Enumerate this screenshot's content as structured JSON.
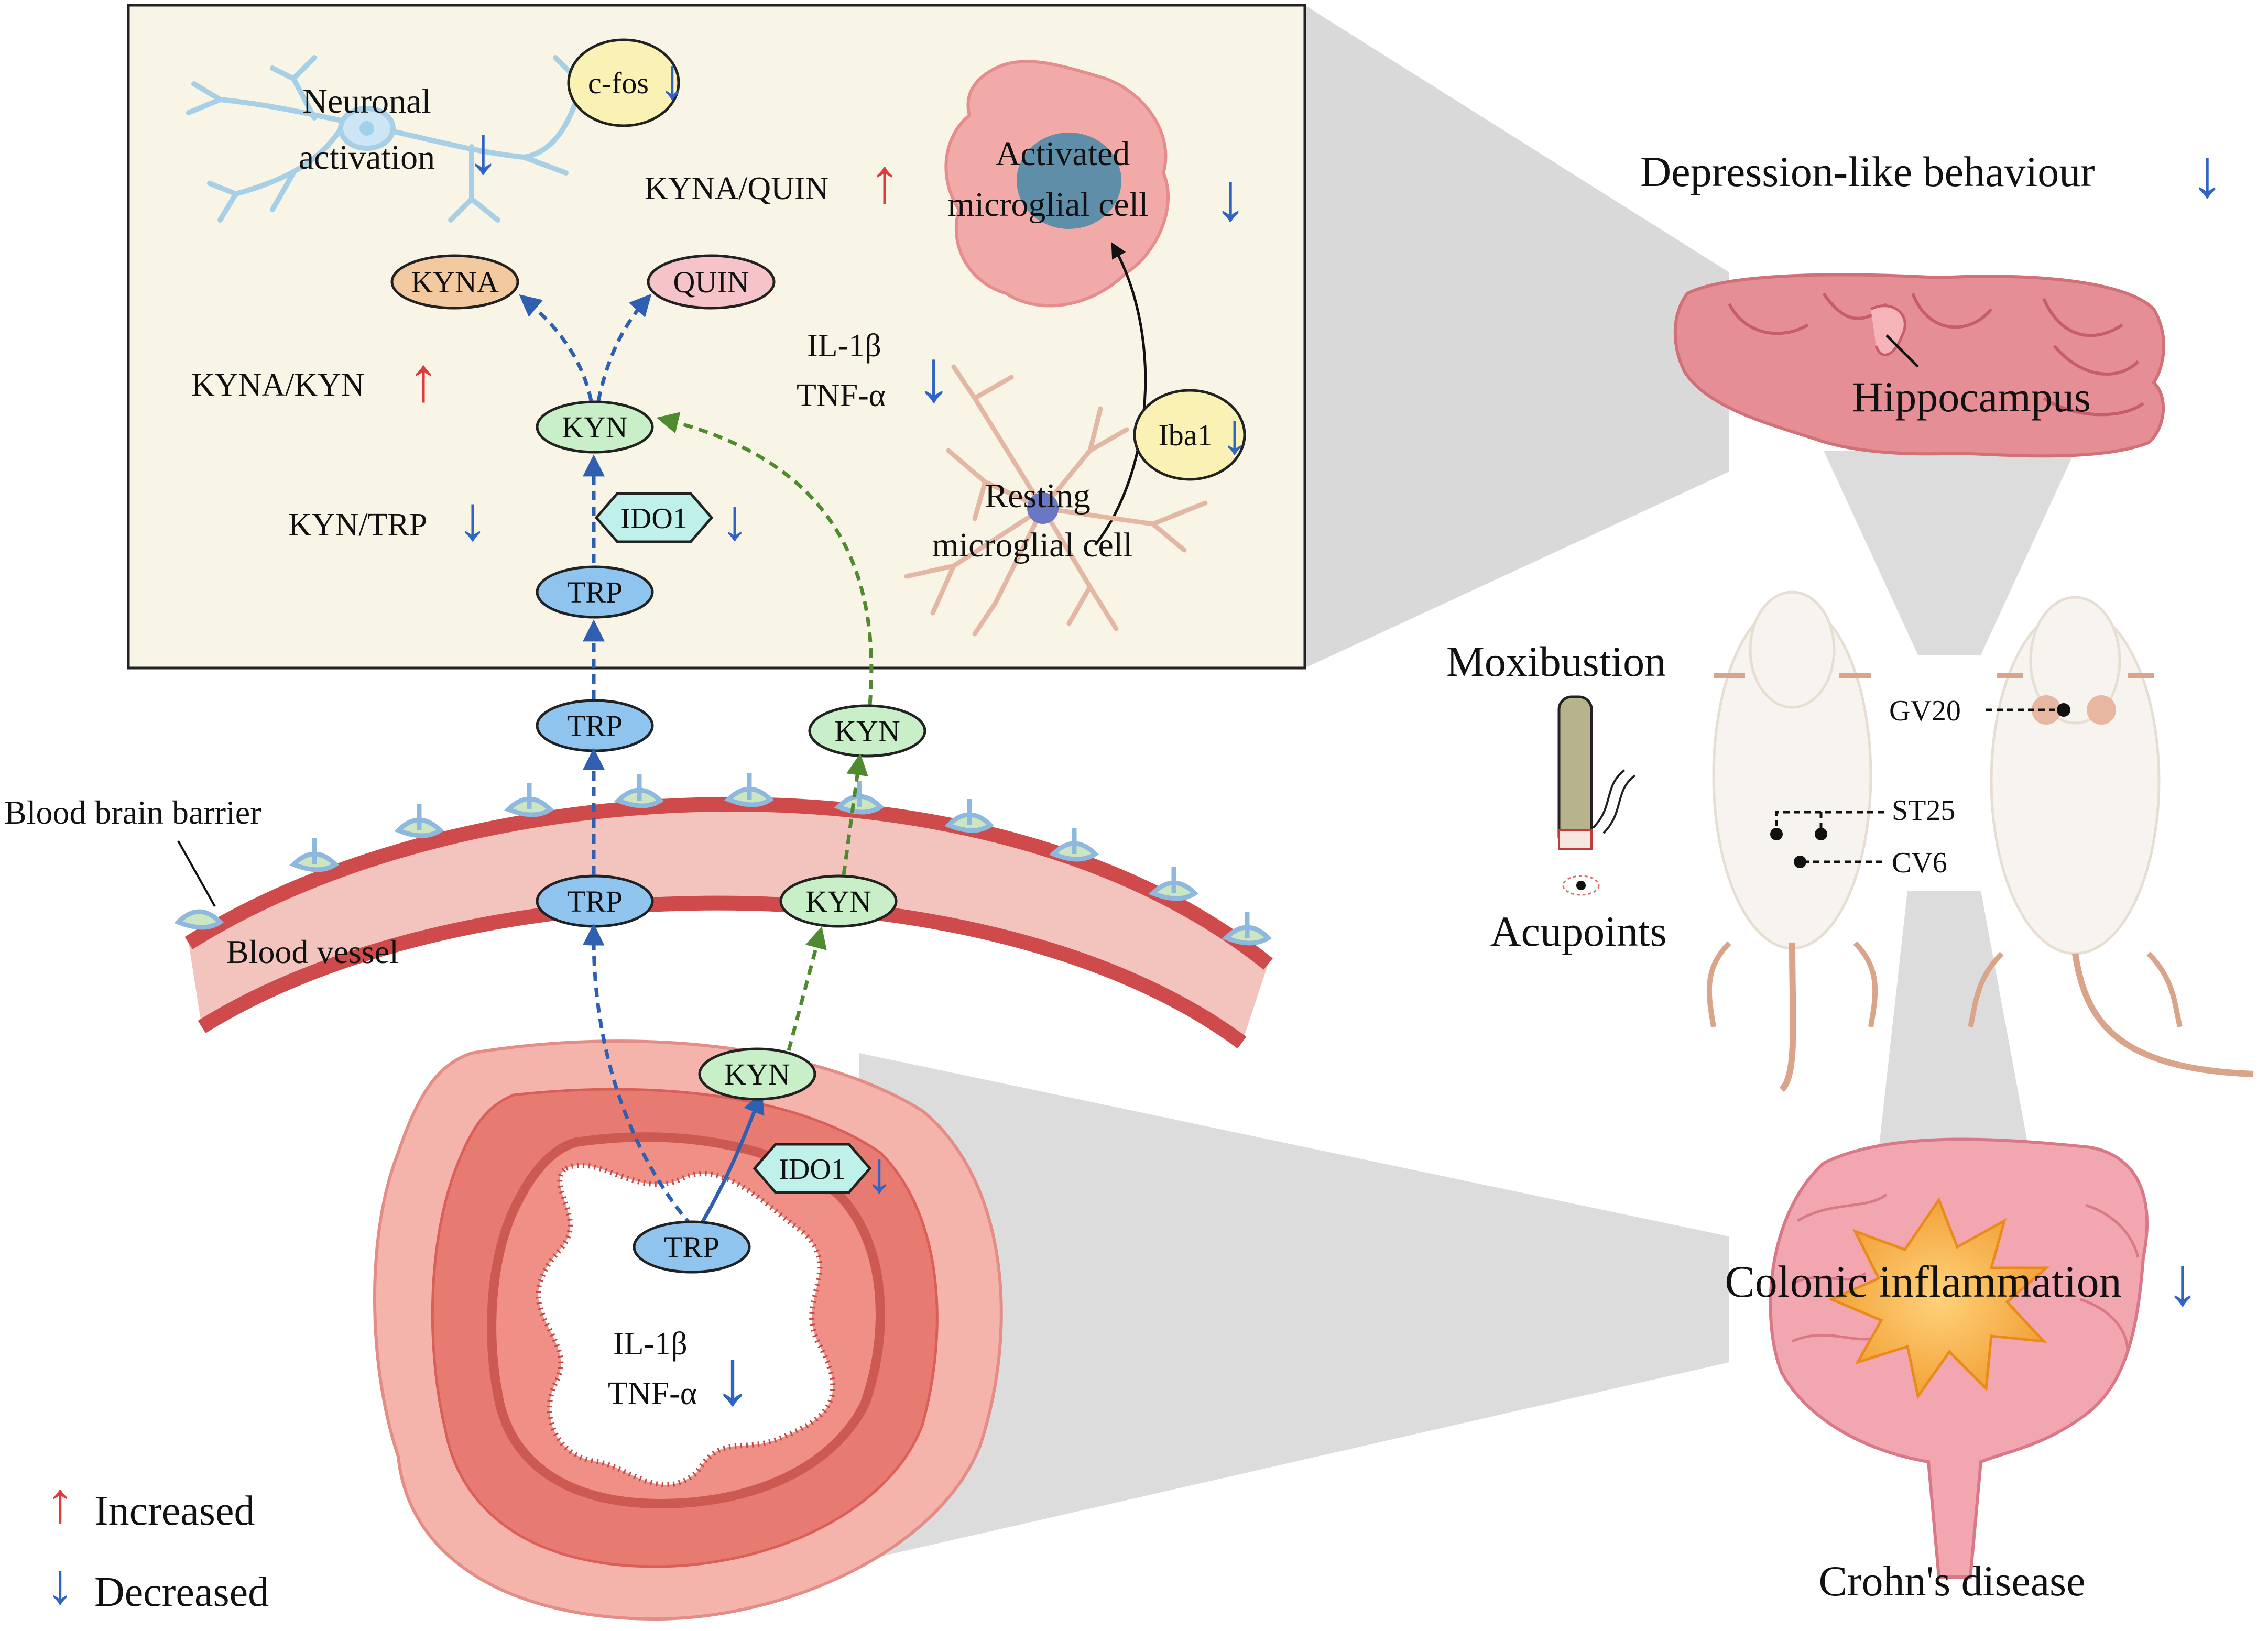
{
  "colors": {
    "increase_arrow": "#e03a3a",
    "decrease_arrow": "#2f63c4",
    "trp_fill": "#8fc4ef",
    "kyn_fill": "#c9efc9",
    "ido1_fill": "#bff0ea",
    "kyna_fill": "#f3c9a0",
    "quin_fill": "#f6c4c8",
    "cfos_fill": "#f9f2b4",
    "brain_box_bg": "#f8f5e6",
    "blue_dashed": "#2f5fb0",
    "green_dashed": "#4f8a2f",
    "vessel_red": "#cf4a4a",
    "vessel_pink": "#f2c4bd"
  },
  "brain_box": {
    "neuronal_activation_line1": "Neuronal",
    "neuronal_activation_line2": "activation",
    "cfos": "c-fos",
    "kyna_quin_ratio": "KYNA/QUIN",
    "activated_microglia_line1": "Activated",
    "activated_microglia_line2": "microglial cell",
    "kyna": "KYNA",
    "quin": "QUIN",
    "kyna_kyn_ratio": "KYNA/KYN",
    "il1b": "IL-1β",
    "tnfa": "TNF-α",
    "kyn": "KYN",
    "iba1": "Iba1",
    "kyn_trp_ratio": "KYN/TRP",
    "ido1": "IDO1",
    "trp": "TRP",
    "resting_microglia_line1": "Resting",
    "resting_microglia_line2": "microglial cell"
  },
  "barrier": {
    "trp_above": "TRP",
    "kyn_above": "KYN",
    "bbb_label": "Blood brain barrier",
    "trp_vessel": "TRP",
    "kyn_vessel": "KYN",
    "vessel_label": "Blood vessel"
  },
  "colon": {
    "kyn": "KYN",
    "ido1": "IDO1",
    "trp": "TRP",
    "il1b": "IL-1β",
    "tnfa": "TNF-α"
  },
  "legend": {
    "increased_symbol": "↑",
    "increased": "Increased",
    "decreased_symbol": "↓",
    "decreased": "Decreased"
  },
  "right": {
    "depression": "Depression-like behaviour",
    "hippocampus": "Hippocampus",
    "moxibustion": "Moxibustion",
    "acupoints": "Acupoints",
    "gv20": "GV20",
    "st25": "ST25",
    "cv6": "CV6",
    "colonic_inflammation": "Colonic inflammation",
    "crohns": "Crohn's disease"
  },
  "arrow_glyphs": {
    "up": "↑",
    "down": "↓"
  }
}
